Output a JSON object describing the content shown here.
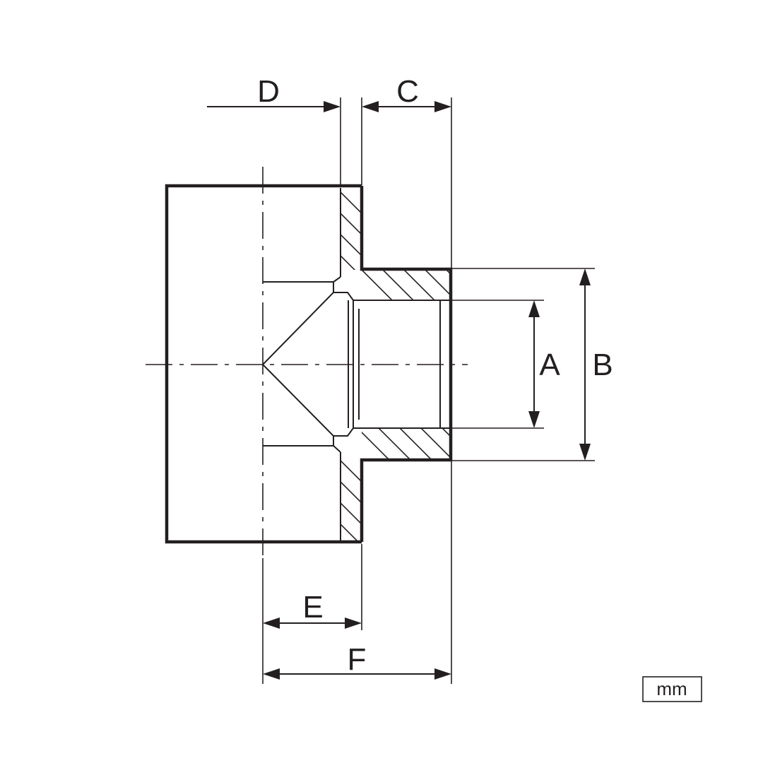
{
  "drawing": {
    "dimensions": {
      "A": "A",
      "B": "B",
      "C": "C",
      "D": "D",
      "E": "E",
      "F": "F"
    },
    "unit": "mm",
    "colors": {
      "line": "#231f20",
      "background": "#ffffff"
    }
  }
}
